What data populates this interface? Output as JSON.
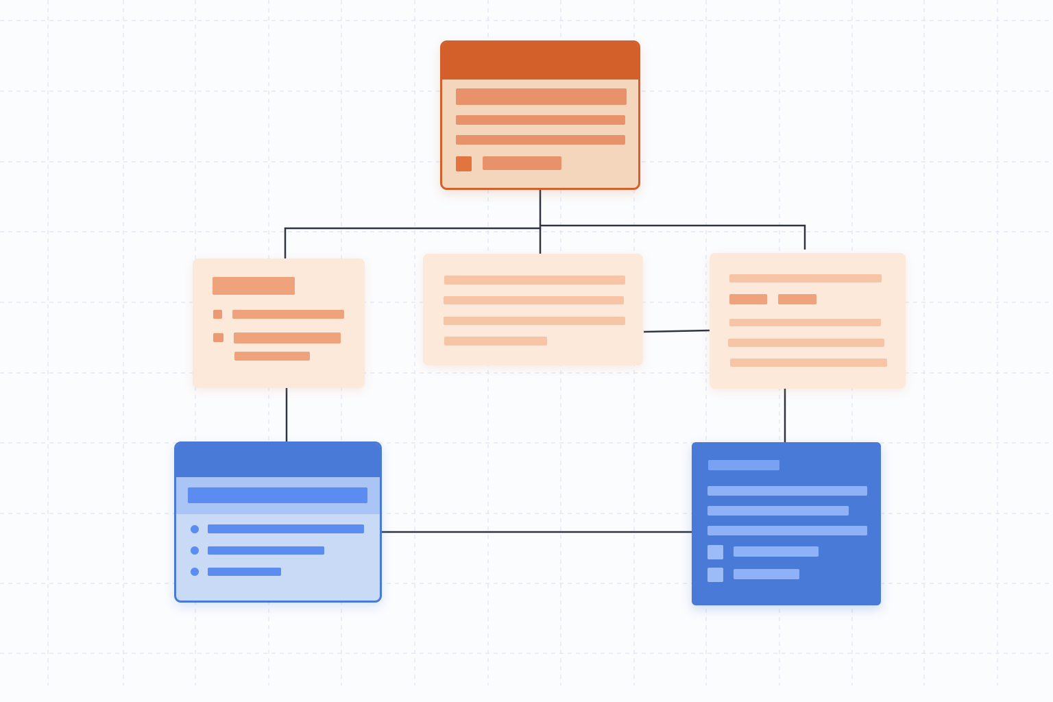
{
  "diagram": {
    "type": "hierarchy-wireframe",
    "colors": {
      "canvas_background": "#fbfcfe",
      "grid": "#dbe6f5",
      "connector": "#2e3440",
      "orange_accent": "#d35f2a",
      "orange_fill": "#f4d6bc",
      "peach_fill": "#fde9da",
      "peach_line": "#f7c4a5",
      "blue_accent": "#4a7ad8",
      "blue_fill": "#c9daf7",
      "blue_line": "#5b8cef"
    },
    "nodes": [
      {
        "id": "top",
        "level": 0,
        "style": "orange-header-card"
      },
      {
        "id": "left",
        "level": 1,
        "style": "peach-card"
      },
      {
        "id": "center",
        "level": 1,
        "style": "peach-card"
      },
      {
        "id": "right",
        "level": 1,
        "style": "peach-card"
      },
      {
        "id": "bottom-left",
        "level": 2,
        "style": "blue-header-card"
      },
      {
        "id": "bottom-right",
        "level": 2,
        "style": "solid-blue-card"
      }
    ],
    "edges": [
      {
        "from": "top",
        "to": "left"
      },
      {
        "from": "top",
        "to": "center"
      },
      {
        "from": "top",
        "to": "right"
      },
      {
        "from": "center",
        "to": "right"
      },
      {
        "from": "left",
        "to": "bottom-left"
      },
      {
        "from": "right",
        "to": "bottom-right"
      },
      {
        "from": "bottom-left",
        "to": "bottom-right"
      }
    ]
  }
}
